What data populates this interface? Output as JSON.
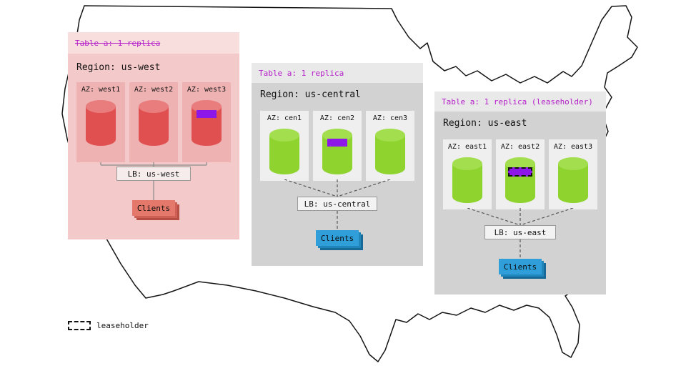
{
  "legend": {
    "label": "leaseholder"
  },
  "colors": {
    "table_label_purple": "#b41fc9",
    "west_header": "#f9dede",
    "west_region": "#f4c9c9",
    "west_az": "#eeb2b2",
    "west_cylinder": "#e05050",
    "gray_header": "#e9e9e9",
    "gray_region": "#d2d2d2",
    "gray_az": "#efefef",
    "green_cylinder": "#8ed32e",
    "replica_marker_purple": "#8d17e8",
    "clients_salmon": "#e4786b",
    "clients_blue": "#2f9ed9"
  },
  "regions": [
    {
      "table_label": "Table a: 1 replica",
      "strikethrough": true,
      "region_label": "Region: us-west",
      "azs": [
        {
          "label": "AZ: west1",
          "has_replica": false
        },
        {
          "label": "AZ: west2",
          "has_replica": false
        },
        {
          "label": "AZ: west3",
          "has_replica": true,
          "leaseholder": false
        }
      ],
      "lb_label": "LB: us-west",
      "clients_label": "Clients"
    },
    {
      "table_label": "Table a: 1 replica",
      "strikethrough": false,
      "region_label": "Region: us-central",
      "azs": [
        {
          "label": "AZ: cen1",
          "has_replica": false
        },
        {
          "label": "AZ: cen2",
          "has_replica": true,
          "leaseholder": false
        },
        {
          "label": "AZ: cen3",
          "has_replica": false
        }
      ],
      "lb_label": "LB: us-central",
      "clients_label": "Clients"
    },
    {
      "table_label": "Table a: 1 replica (leaseholder)",
      "strikethrough": false,
      "region_label": "Region: us-east",
      "azs": [
        {
          "label": "AZ: east1",
          "has_replica": false
        },
        {
          "label": "AZ: east2",
          "has_replica": true,
          "leaseholder": true
        },
        {
          "label": "AZ: east3",
          "has_replica": false
        }
      ],
      "lb_label": "LB: us-east",
      "clients_label": "Clients"
    }
  ]
}
